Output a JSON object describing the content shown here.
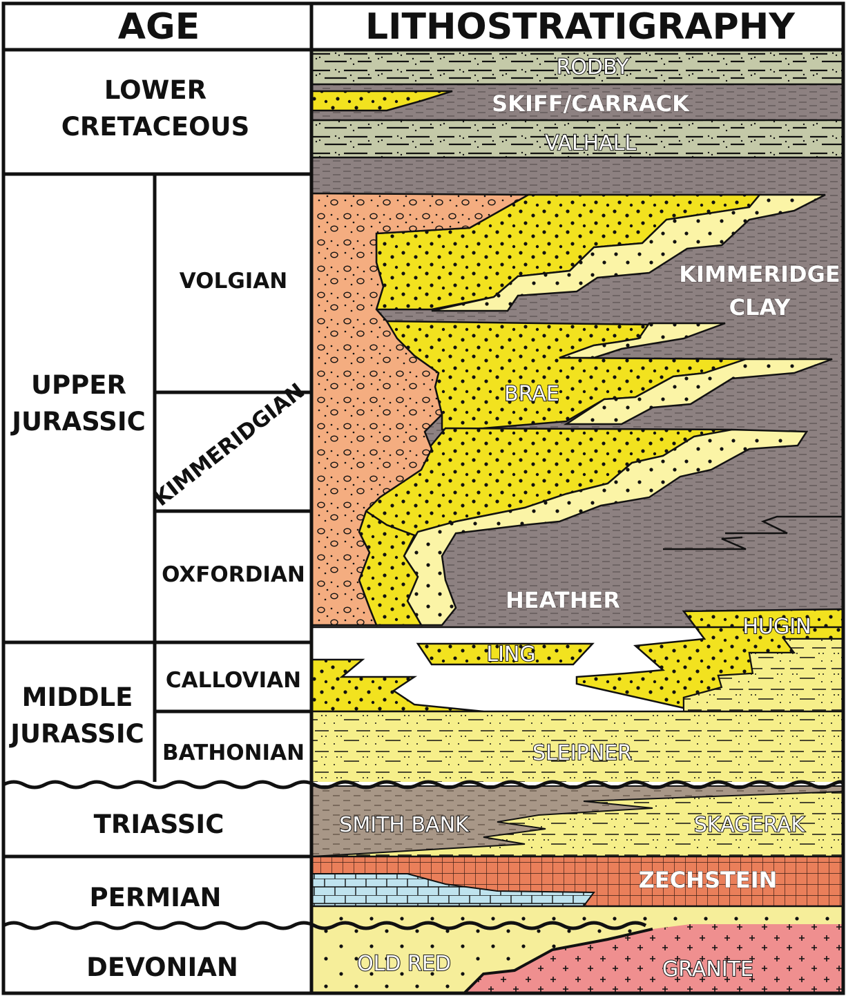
{
  "headers": {
    "age": "AGE",
    "lithostratigraphy": "LITHOSTRATIGRAPHY"
  },
  "ages": {
    "lower_cretaceous": [
      "LOWER",
      "CRETACEOUS"
    ],
    "upper_jurassic": [
      "UPPER",
      "JURASSIC"
    ],
    "middle_jurassic": [
      "MIDDLE",
      "JURASSIC"
    ],
    "triassic": "TRIASSIC",
    "permian": "PERMIAN",
    "devonian": "DEVONIAN"
  },
  "stages": {
    "volgian": "VOLGIAN",
    "kimmeridgian": "KIMMERIDGIAN",
    "oxfordian": "OXFORDIAN",
    "callovian": "CALLOVIAN",
    "bathonian": "BATHONIAN"
  },
  "formations": {
    "rodby": "RODBY",
    "skiff_carrack": "SKIFF/CARRACK",
    "valhall": "VALHALL",
    "kimmeridge_clay": [
      "KIMMERIDGE",
      "CLAY"
    ],
    "brae": "BRAE",
    "heather": "HEATHER",
    "hugin": "HUGIN",
    "ling": "LING",
    "sleipner": "SLEIPNER",
    "smith_bank": "SMITH BANK",
    "skagerak": "SKAGERAK",
    "zechstein": "ZECHSTEIN",
    "old_red": "OLD RED",
    "granite": "GRANITE"
  },
  "colors": {
    "shale": "#8d8181",
    "sand_yellow": "#f2e21f",
    "sand_pale": "#fbf4a6",
    "conglomerate": "#f4ad80",
    "marl": "#c4c9a8",
    "smith_bank": "#a89787",
    "skagerak": "#f5ee8c",
    "sleipner": "#f6ef8a",
    "evaporite": "#ea7f5a",
    "limestone": "#bfe3ee",
    "old_red": "#f6ee9a",
    "granite": "#ef8f8f"
  }
}
